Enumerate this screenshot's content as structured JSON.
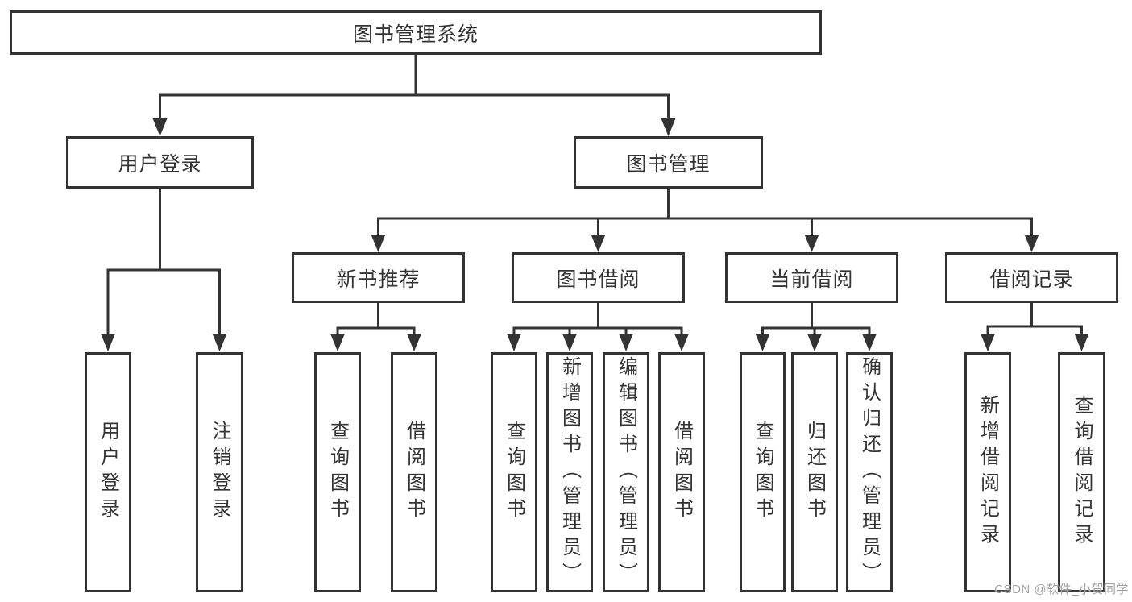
{
  "diagram": {
    "title": "图书管理系统",
    "tree": {
      "label": "图书管理系统",
      "children": [
        {
          "label": "用户登录",
          "children": [
            {
              "label": "用户登录"
            },
            {
              "label": "注销登录"
            }
          ]
        },
        {
          "label": "图书管理",
          "children": [
            {
              "label": "新书推荐",
              "children": [
                {
                  "label": "查询图书"
                },
                {
                  "label": "借阅图书"
                }
              ]
            },
            {
              "label": "图书借阅",
              "children": [
                {
                  "label": "查询图书"
                },
                {
                  "label": "新增图书（管理员）"
                },
                {
                  "label": "编辑图书（管理员）"
                },
                {
                  "label": "借阅图书"
                }
              ]
            },
            {
              "label": "当前借阅",
              "children": [
                {
                  "label": "查询图书"
                },
                {
                  "label": "归还图书"
                },
                {
                  "label": "确认归还（管理员）"
                }
              ]
            },
            {
              "label": "借阅记录",
              "children": [
                {
                  "label": "新增借阅记录"
                },
                {
                  "label": "查询借阅记录"
                }
              ]
            }
          ]
        }
      ]
    }
  },
  "watermark": {
    "text": "CSDN @软件_小贺同学"
  },
  "colors": {
    "line": "#333333",
    "box_border": "#333333",
    "text": "#333333",
    "background": "#ffffff",
    "watermark": "#a2a2a2"
  }
}
